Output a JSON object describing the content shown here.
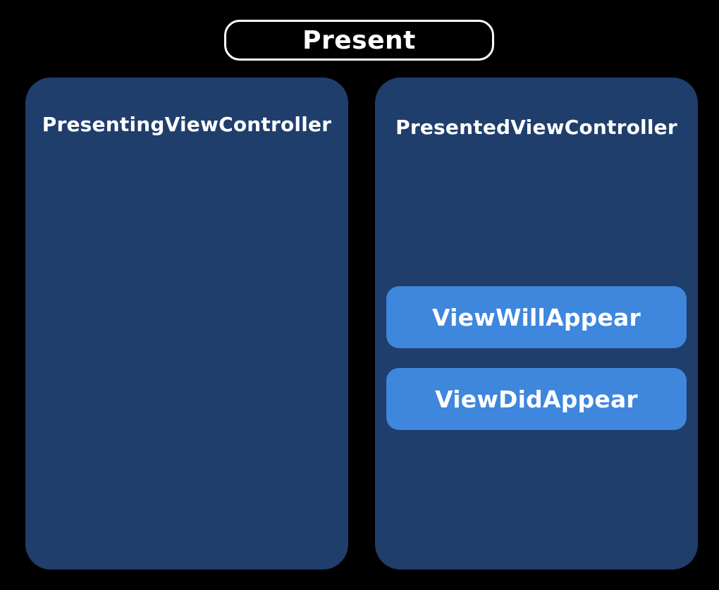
{
  "header": {
    "button_label": "Present"
  },
  "panels": [
    {
      "title": "PresentingViewController",
      "events": []
    },
    {
      "title": "PresentedViewController",
      "events": [
        {
          "label": "ViewWillAppear"
        },
        {
          "label": "ViewDidAppear"
        }
      ]
    }
  ],
  "colors": {
    "background": "#000000",
    "panel": "#1f3e6c",
    "event_box": "#3f86dd",
    "text": "#ffffff"
  }
}
